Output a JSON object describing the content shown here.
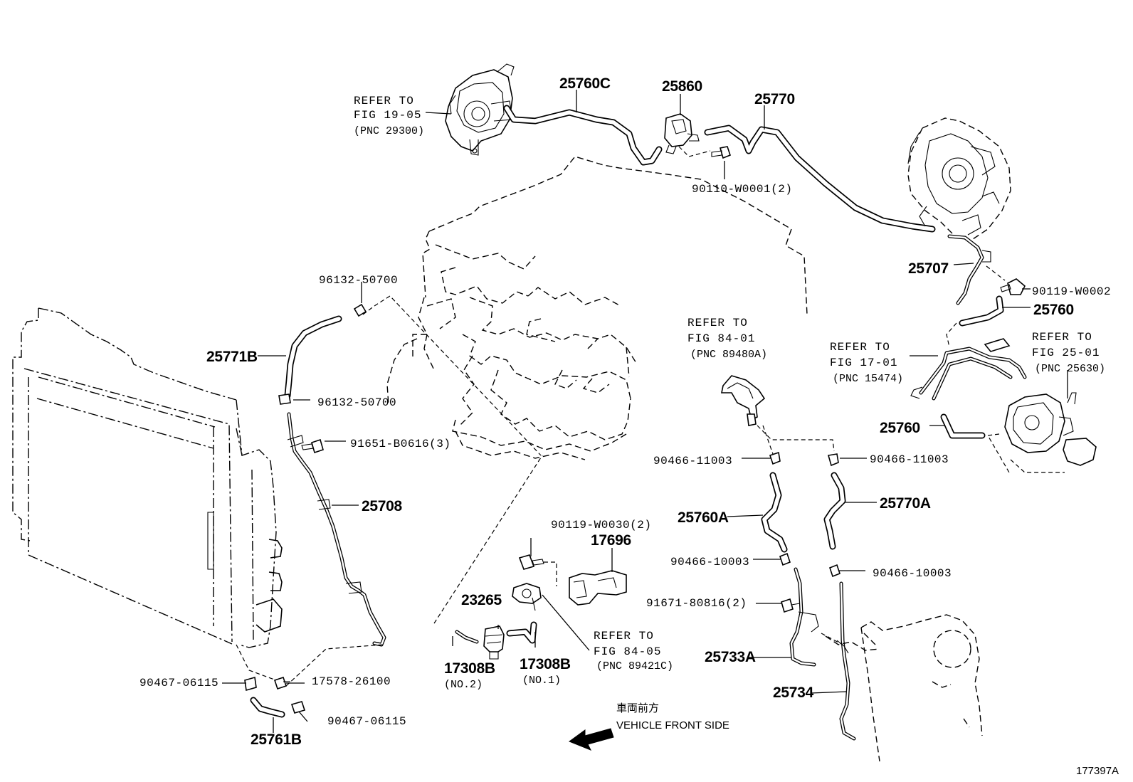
{
  "diagram_id": "177397A",
  "direction": {
    "japanese": "車両前方",
    "english": "VEHICLE FRONT SIDE"
  },
  "refs": {
    "fig_19_05": {
      "line1": "REFER TO",
      "line2": "FIG 19-05",
      "line3": "(PNC 29300)"
    },
    "fig_84_01": {
      "line1": "REFER TO",
      "line2": "FIG 84-01",
      "line3": "(PNC 89480A)"
    },
    "fig_17_01": {
      "line1": "REFER TO",
      "line2": "FIG 17-01",
      "line3": "(PNC 15474)"
    },
    "fig_25_01": {
      "line1": "REFER TO",
      "line2": "FIG 25-01",
      "line3": "(PNC 25630)"
    },
    "fig_84_05": {
      "line1": "REFER TO",
      "line2": "FIG 84-05",
      "line3": "(PNC 89421C)"
    }
  },
  "parts": {
    "p25760C": "25760C",
    "p25860": "25860",
    "p25770": "25770",
    "p90110": "90110-W0001(2)",
    "p25707": "25707",
    "p90119_2": "90119-W0002",
    "p25760_top": "25760",
    "p25760_mid": "25760",
    "p96132_top": "96132-50700",
    "p25771B": "25771B",
    "p96132_bot": "96132-50700",
    "p91651": "91651-B0616(3)",
    "p25708": "25708",
    "p90466_11003_l": "90466-11003",
    "p90466_11003_r": "90466-11003",
    "p25760A": "25760A",
    "p25770A": "25770A",
    "p90466_10003_l": "90466-10003",
    "p90466_10003_r": "90466-10003",
    "p91671": "91671-80816(2)",
    "p25733A": "25733A",
    "p25734": "25734",
    "p90119_30": "90119-W0030(2)",
    "p17696": "17696",
    "p23265": "23265",
    "p17308B_2": "17308B",
    "p17308B_2_note": "(NO.2)",
    "p17308B_1": "17308B",
    "p17308B_1_note": "(NO.1)",
    "p90467_l": "90467-06115",
    "p17578": "17578-26100",
    "p90467_r": "90467-06115",
    "p25761B": "25761B"
  }
}
